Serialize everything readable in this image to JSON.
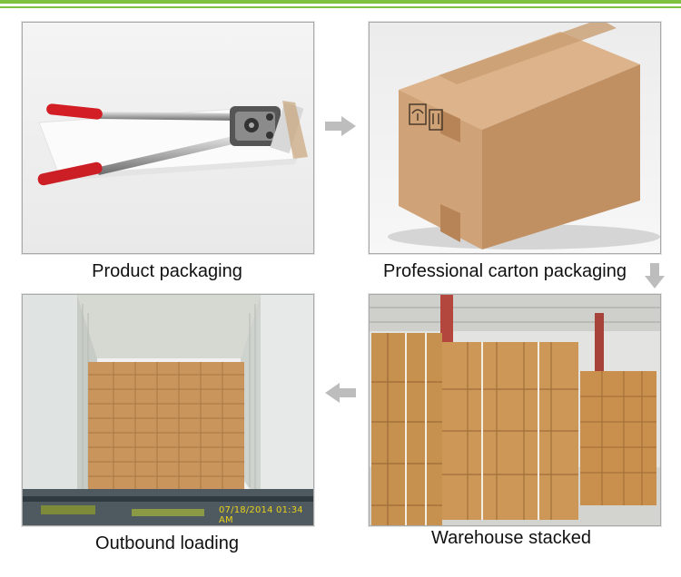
{
  "steps": [
    {
      "caption": "Product packaging",
      "image": "strapping-tool-photo"
    },
    {
      "caption": "Professional carton packaging",
      "image": "carton-box-photo"
    },
    {
      "caption": "Warehouse stacked",
      "image": "warehouse-cartons-photo"
    },
    {
      "caption": "Outbound loading",
      "image": "container-loading-photo",
      "timestamp": "07/18/2014 01:34 AM"
    }
  ],
  "colors": {
    "accent_green": "#7fc242",
    "arrow_gray": "#bdbdbd",
    "frame_border": "#a9a9a9",
    "timestamp": "#e8d11a"
  },
  "icons": [
    "arrow-right-icon",
    "arrow-down-icon",
    "arrow-left-icon"
  ]
}
